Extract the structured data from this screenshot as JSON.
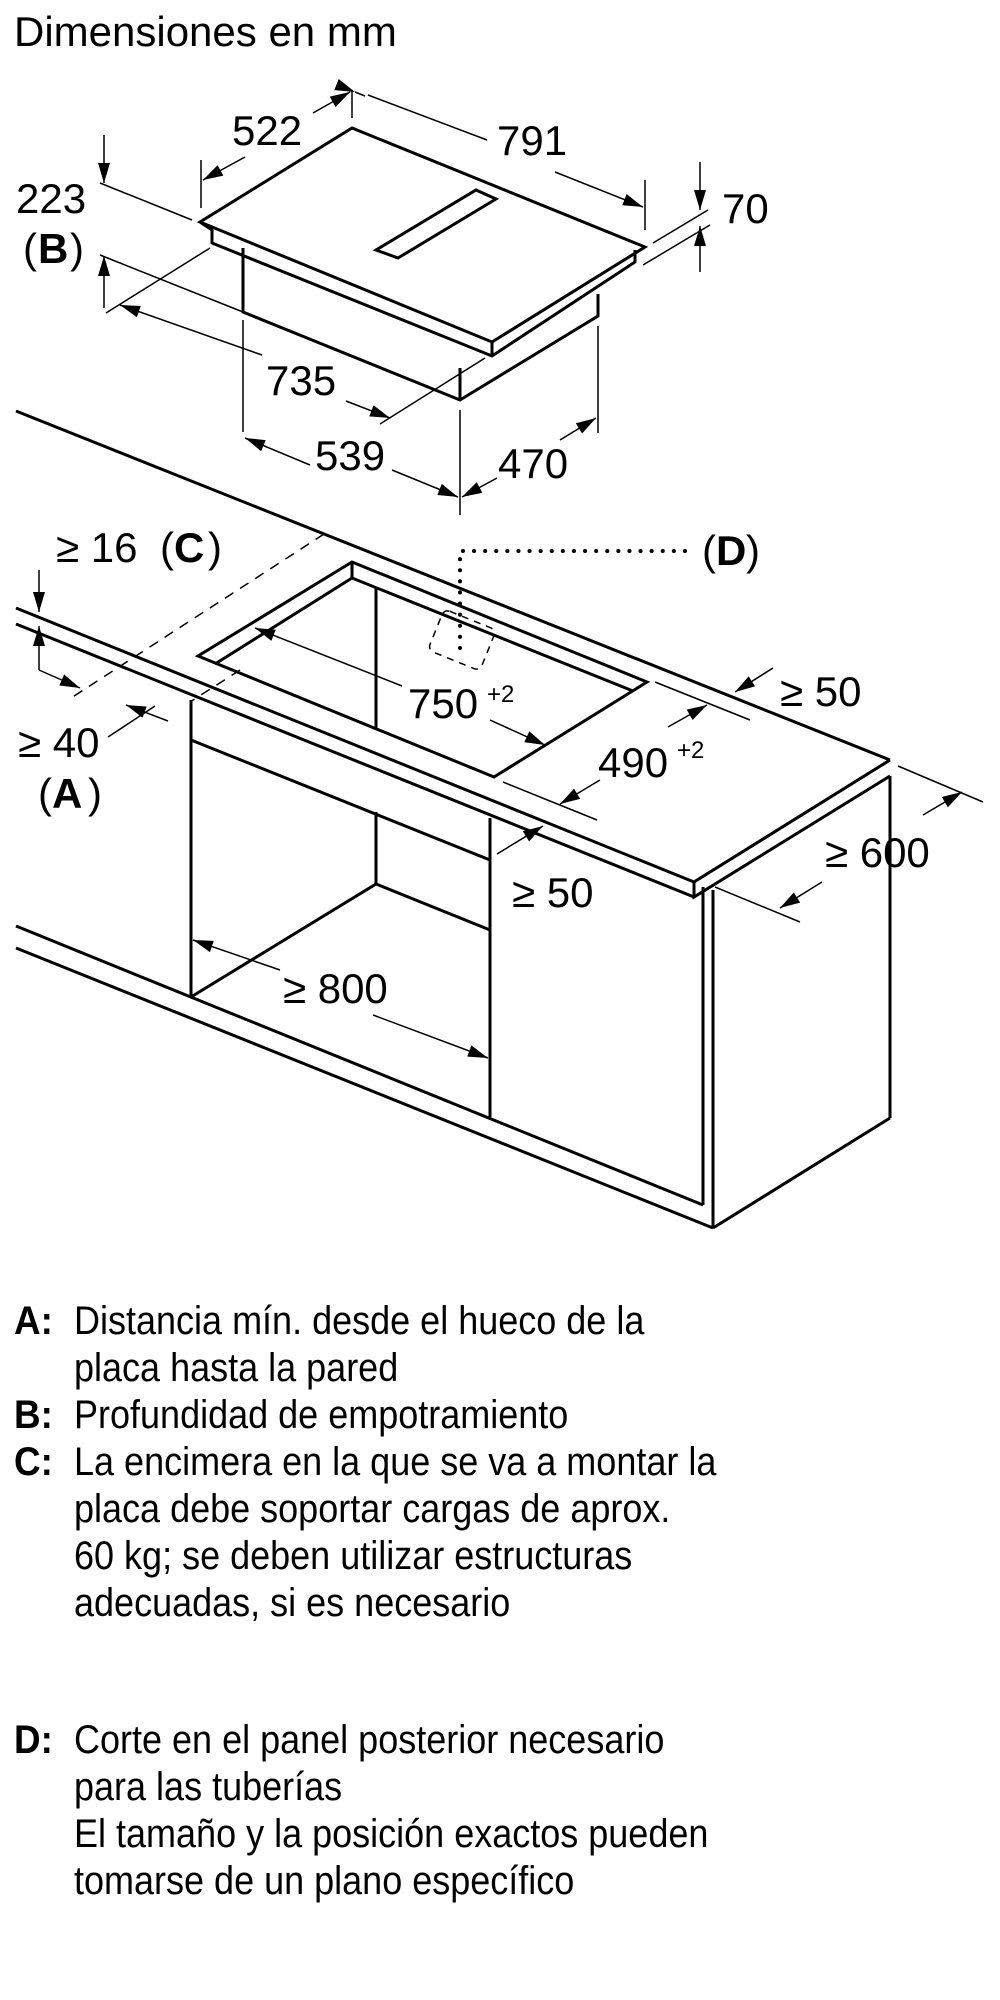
{
  "title": "Dimensiones en mm",
  "appliance_dimensions": {
    "depth_top": "522",
    "width_top": "791",
    "height_glass": "70",
    "installation_depth": "223",
    "installation_depth_ref": "B",
    "body_width": "735",
    "body_depth_front": "539",
    "body_depth": "470"
  },
  "cutout_dimensions": {
    "min_thickness": "≥ 16",
    "min_thickness_ref": "C",
    "min_wall_distance": "≥ 40",
    "min_wall_distance_ref": "A",
    "cutout_width": "750",
    "cutout_width_tol": "+2",
    "cutout_depth": "490",
    "cutout_depth_tol": "+2",
    "min_front_edge": "≥ 50",
    "min_rear_clearance": "≥ 50",
    "min_counter_depth": "≥ 600",
    "min_cabinet_width": "≥ 800",
    "pipe_cutout_ref": "D"
  },
  "legend": [
    {
      "key": "A:",
      "text": "Distancia mín. desde el hueco de la\nplaca hasta la pared"
    },
    {
      "key": "B:",
      "text": "Profundidad de empotramiento"
    },
    {
      "key": "C:",
      "text": "La encimera en la que se va a montar la\nplaca debe soportar cargas de aprox.\n60 kg; se deben utilizar estructuras\nadecuadas, si es necesario"
    },
    {
      "key": "D:",
      "text": "Corte en el panel posterior necesario\npara las tuberías\nEl tamaño y la posición exactos pueden\ntomarse de un plano específico"
    }
  ]
}
